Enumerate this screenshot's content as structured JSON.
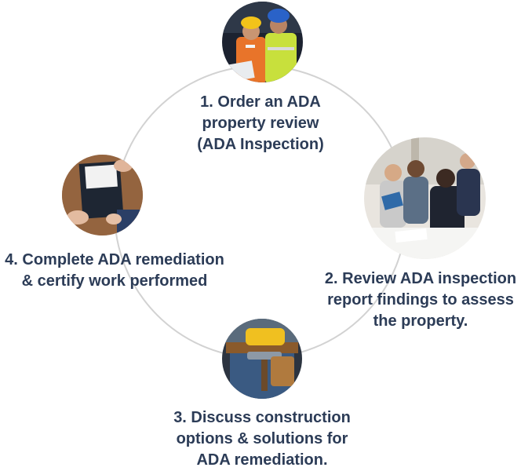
{
  "process_cycle": {
    "steps": [
      {
        "photo_icon": "construction-workers-photo",
        "lines": [
          "1. Order an ADA",
          "property review",
          "(ADA Inspection)"
        ]
      },
      {
        "photo_icon": "business-meeting-photo",
        "lines": [
          "2. Review ADA inspection",
          "report findings to assess",
          "the property."
        ]
      },
      {
        "photo_icon": "tool-belt-photo",
        "lines": [
          "3. Discuss construction",
          "options & solutions for",
          "ADA remediation."
        ]
      },
      {
        "photo_icon": "signing-document-photo",
        "lines": [
          "4. Complete ADA remediation",
          "& certify work performed"
        ]
      }
    ],
    "colors": {
      "text": "#2c3c57",
      "ring": "#d2d2d2"
    }
  }
}
